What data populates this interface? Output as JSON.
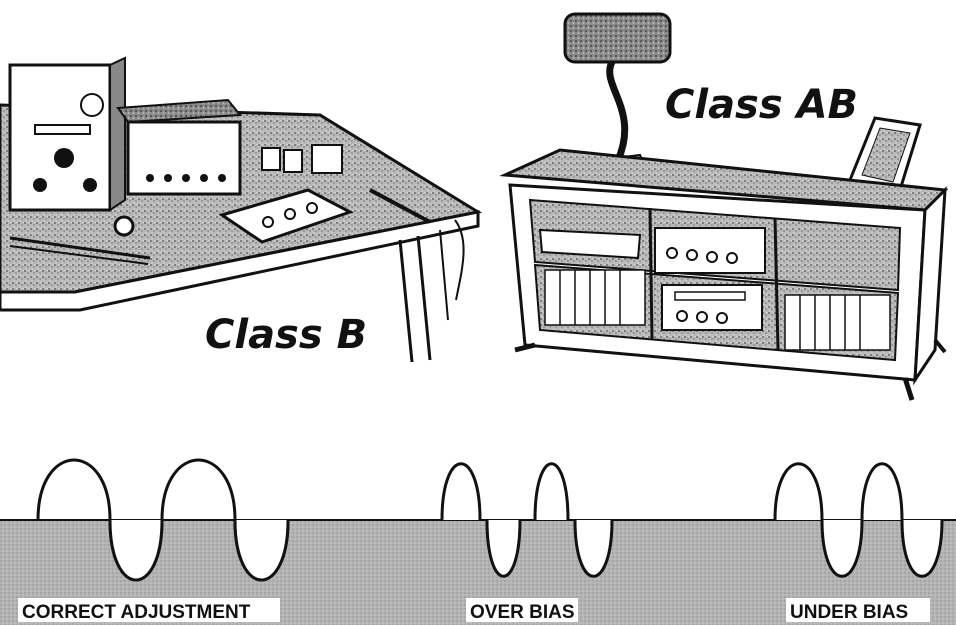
{
  "scene": {
    "workbench_label": "Class B",
    "console_label": "Class AB"
  },
  "waveforms": [
    {
      "label": "CORRECT ADJUSTMENT",
      "condition": "correct"
    },
    {
      "label": "OVER BIAS",
      "condition": "over-bias"
    },
    {
      "label": "UNDER BIAS",
      "condition": "under-bias"
    }
  ],
  "colors": {
    "ink": "#111111",
    "paper": "#ffffff",
    "ground": "#a9a9a9"
  }
}
